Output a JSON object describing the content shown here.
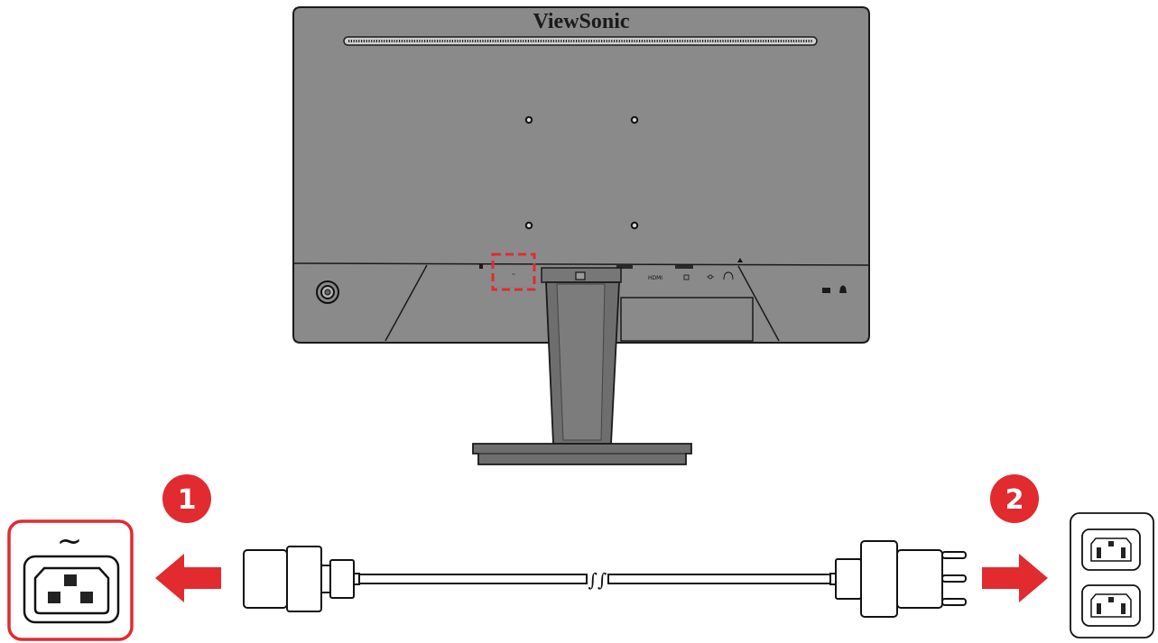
{
  "monitor": {
    "brand": "ViewSonic",
    "power_port_symbol": "~",
    "port_label_hdmi": "HDMI"
  },
  "steps": [
    {
      "number": "1"
    },
    {
      "number": "2"
    }
  ],
  "connector": {
    "symbol": "~"
  },
  "cable": {
    "break_mark": "∫∫"
  },
  "colors": {
    "accent_red": "#e12b2f",
    "monitor_gray": "#8a8a8a",
    "outline": "#1a1a1a"
  }
}
